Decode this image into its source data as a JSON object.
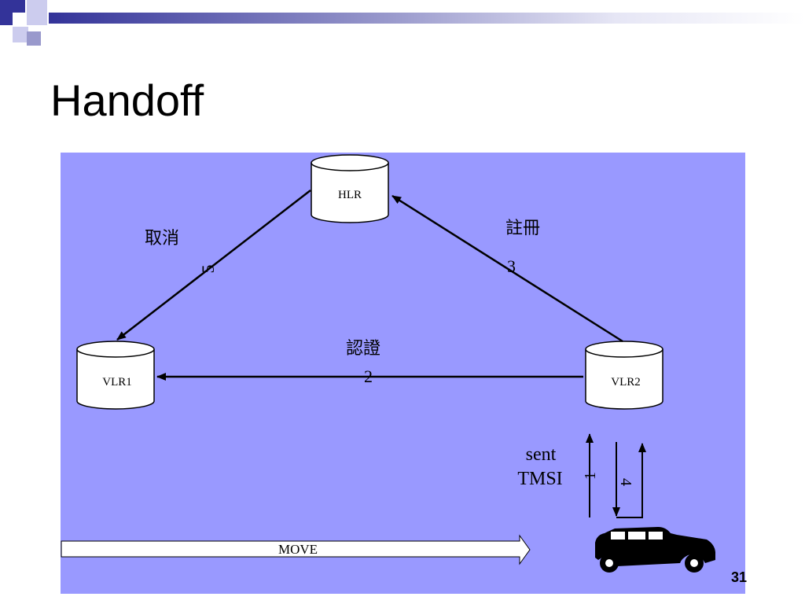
{
  "slide": {
    "title": "Handoff",
    "page_number": "31"
  },
  "diagram": {
    "nodes": {
      "hlr": "HLR",
      "vlr1": "VLR1",
      "vlr2": "VLR2"
    },
    "labels": {
      "cancel": "取消",
      "cancel_step": "5",
      "register": "註冊",
      "register_step": "3",
      "auth": "認證",
      "auth_step": "2",
      "sent_line1": "sent",
      "sent_line2": "TMSI",
      "step1": "1",
      "step4": "4",
      "move": "MOVE"
    },
    "colors": {
      "background": "#9999ff",
      "accent": "#333399"
    }
  }
}
